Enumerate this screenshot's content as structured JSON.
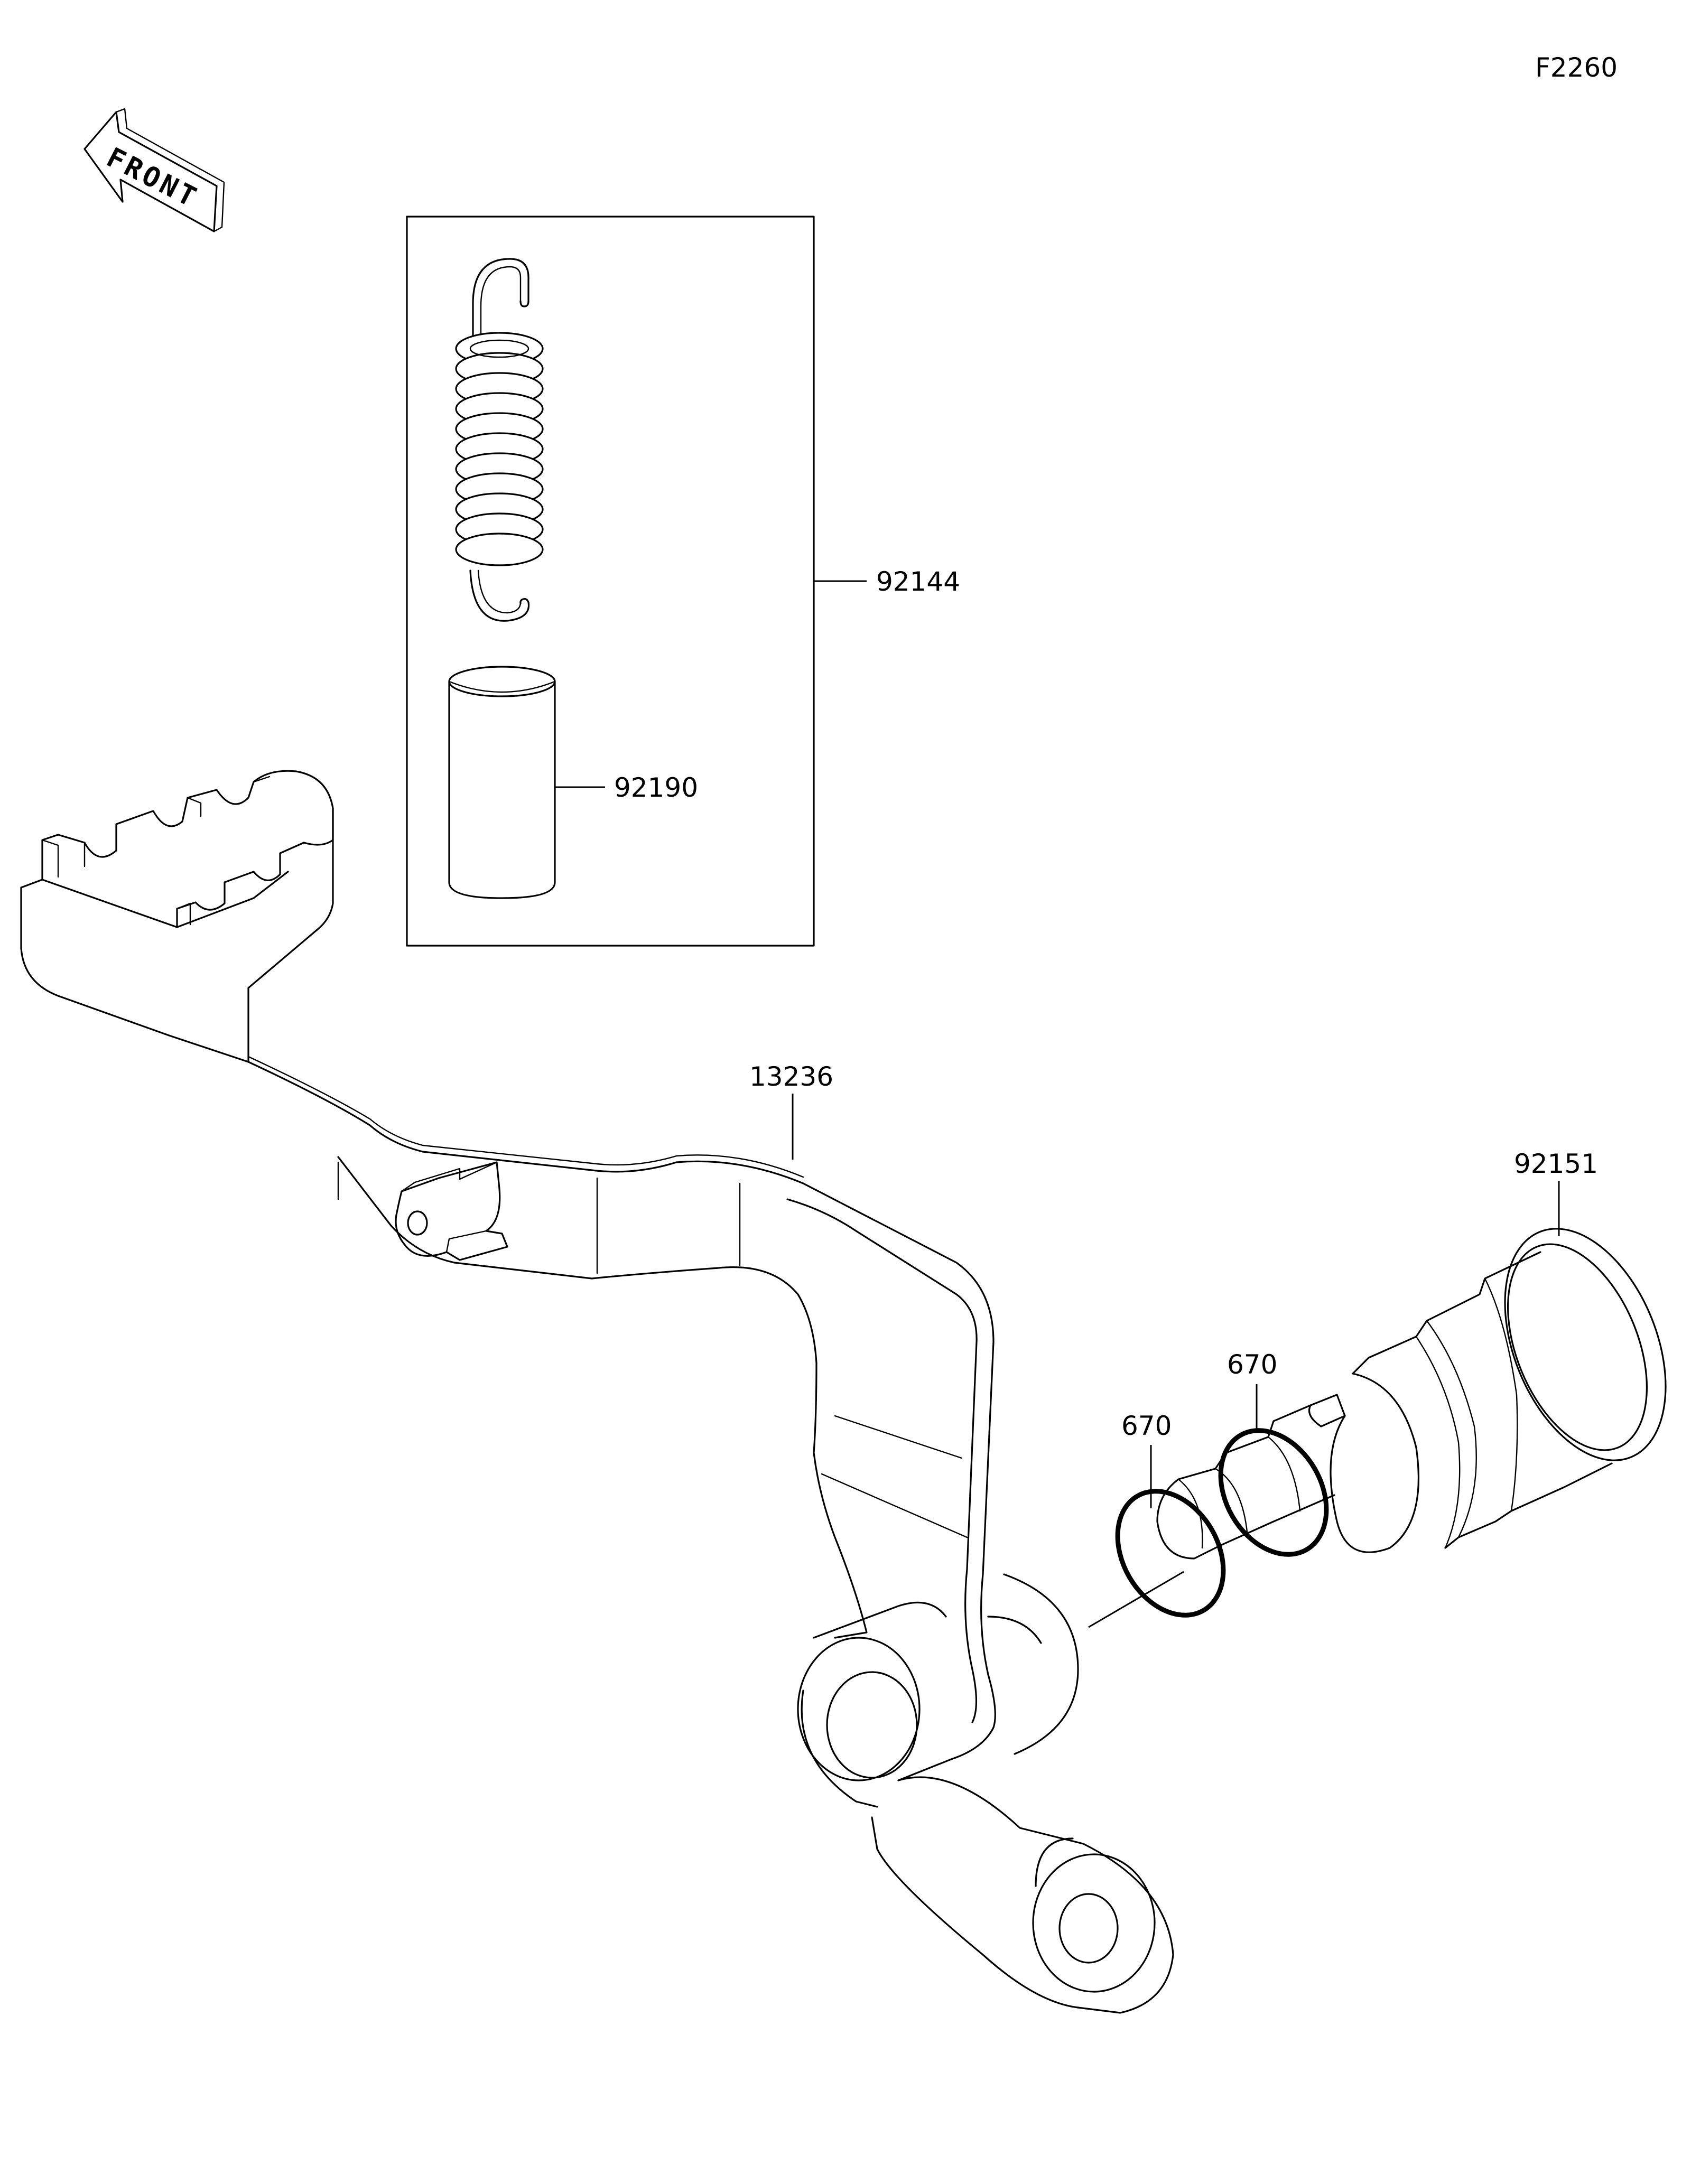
{
  "diagram": {
    "code": "F2260",
    "front_label": "FRONT",
    "parts": [
      {
        "number": "92144"
      },
      {
        "number": "92190"
      },
      {
        "number": "13236"
      },
      {
        "number": "92151"
      },
      {
        "number": "670"
      },
      {
        "number": "670"
      }
    ]
  },
  "colors": {
    "line": "#000000",
    "background": "#ffffff"
  }
}
